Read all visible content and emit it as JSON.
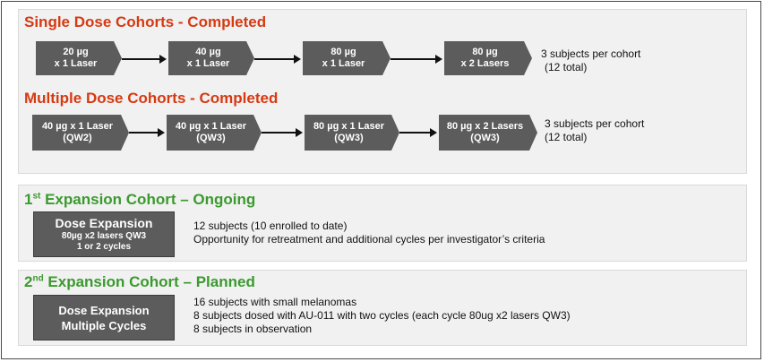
{
  "single": {
    "title": "Single Dose Cohorts - Completed",
    "steps": [
      {
        "line1": "20 µg",
        "line2": "x 1 Laser"
      },
      {
        "line1": "40 µg",
        "line2": "x 1 Laser"
      },
      {
        "line1": "80 µg",
        "line2": "x 1 Laser"
      },
      {
        "line1": "80 µg",
        "line2": "x 2 Lasers"
      }
    ],
    "note_line1": "3 subjects per cohort",
    "note_line2": "(12 total)"
  },
  "multiple": {
    "title": "Multiple Dose Cohorts - Completed",
    "steps": [
      {
        "line1": "40 µg x 1 Laser",
        "line2": "(QW2)"
      },
      {
        "line1": "40 µg x 1 Laser",
        "line2": "(QW3)"
      },
      {
        "line1": "80 µg x 1 Laser",
        "line2": "(QW3)"
      },
      {
        "line1": "80 µg x 2 Lasers",
        "line2": "(QW3)"
      }
    ],
    "note_line1": "3 subjects per cohort",
    "note_line2": "(12 total)"
  },
  "expansion1": {
    "title_num": "1",
    "title_sup": "st",
    "title_rest": " Expansion Cohort – Ongoing",
    "box_title": "Dose Expansion",
    "box_line2": "80µg x2 lasers QW3",
    "box_line3": "1 or 2 cycles",
    "text_line1": "12 subjects (10 enrolled to date)",
    "text_line2": "Opportunity for retreatment and additional cycles per investigator’s criteria"
  },
  "expansion2": {
    "title_num": "2",
    "title_sup": "nd",
    "title_rest": " Expansion Cohort – Planned",
    "box_line1": "Dose Expansion",
    "box_line2": "Multiple Cycles",
    "text_line1": "16 subjects with small melanomas",
    "text_line2": "8 subjects dosed with AU-011 with two cycles (each cycle 80ug x2 lasers QW3)",
    "text_line3": "8 subjects in observation"
  },
  "colors": {
    "completed_title": "#d63a12",
    "expansion_title": "#3b9a2e",
    "step_fill": "#5c5c5c",
    "panel_bg": "#f1f1f1"
  }
}
